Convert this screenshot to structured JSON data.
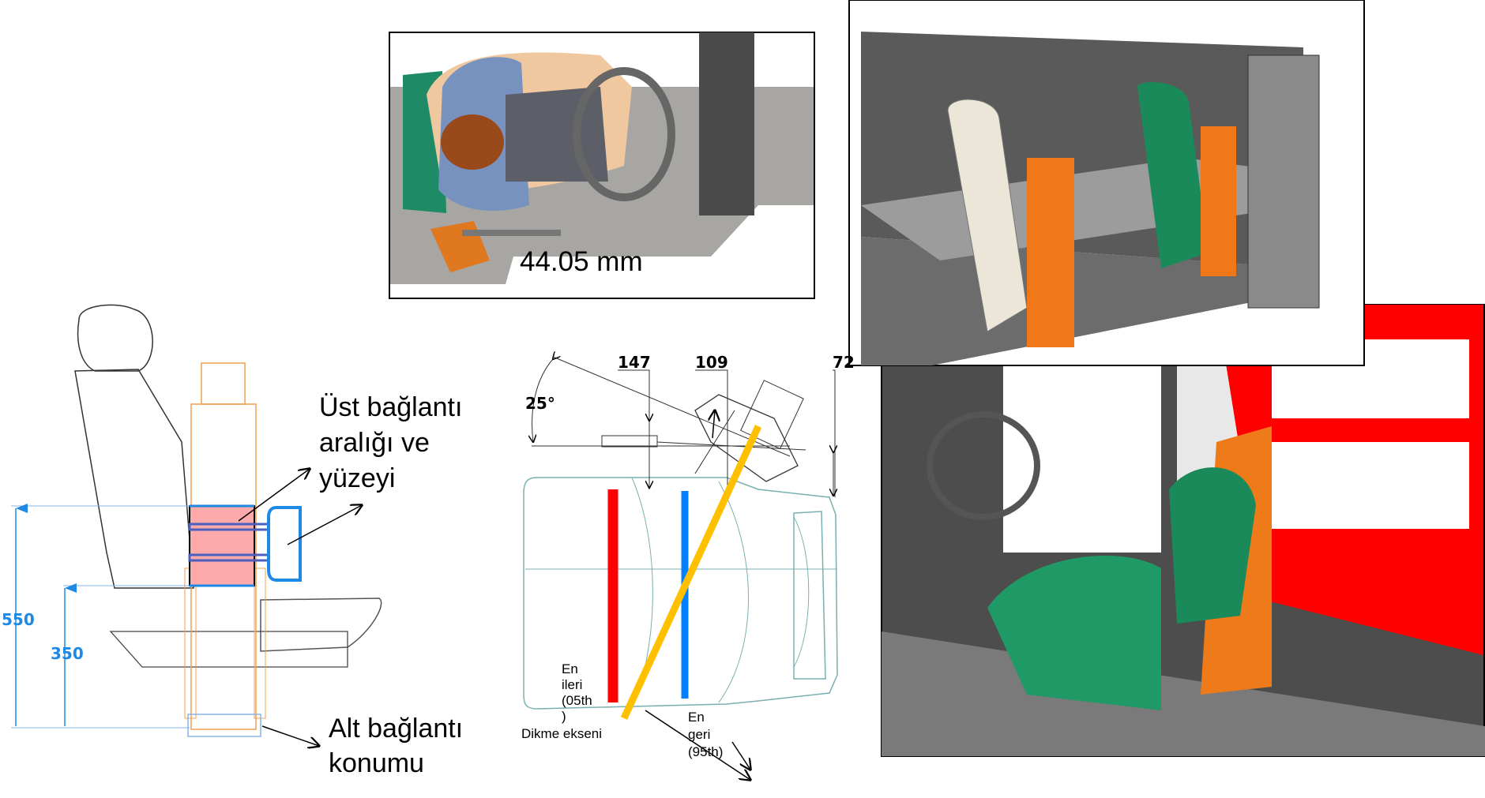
{
  "seat_drawing": {
    "dimension_total": "550",
    "dimension_lower": "350",
    "upper_label_line1": "Üst bağlantı",
    "upper_label_line2": "aralığı ve",
    "upper_label_line3": "yüzeyi",
    "lower_label_line1": "Alt bağlantı",
    "lower_label_line2": "konumu"
  },
  "top_view_render": {
    "measurement": "44.05 mm"
  },
  "plan_drawing": {
    "angle": "25°",
    "dim_a": "147",
    "dim_b": "109",
    "dim_c": "72",
    "front_label": [
      "En",
      "ileri",
      "(05th",
      ")"
    ],
    "axis_label": "Dikme ekseni",
    "rear_label": [
      "En",
      "geri",
      "(95th)"
    ],
    "colors": {
      "front_line": "#ff0000",
      "rear_line": "#0080ff",
      "axis_line": "#ffc000"
    }
  }
}
